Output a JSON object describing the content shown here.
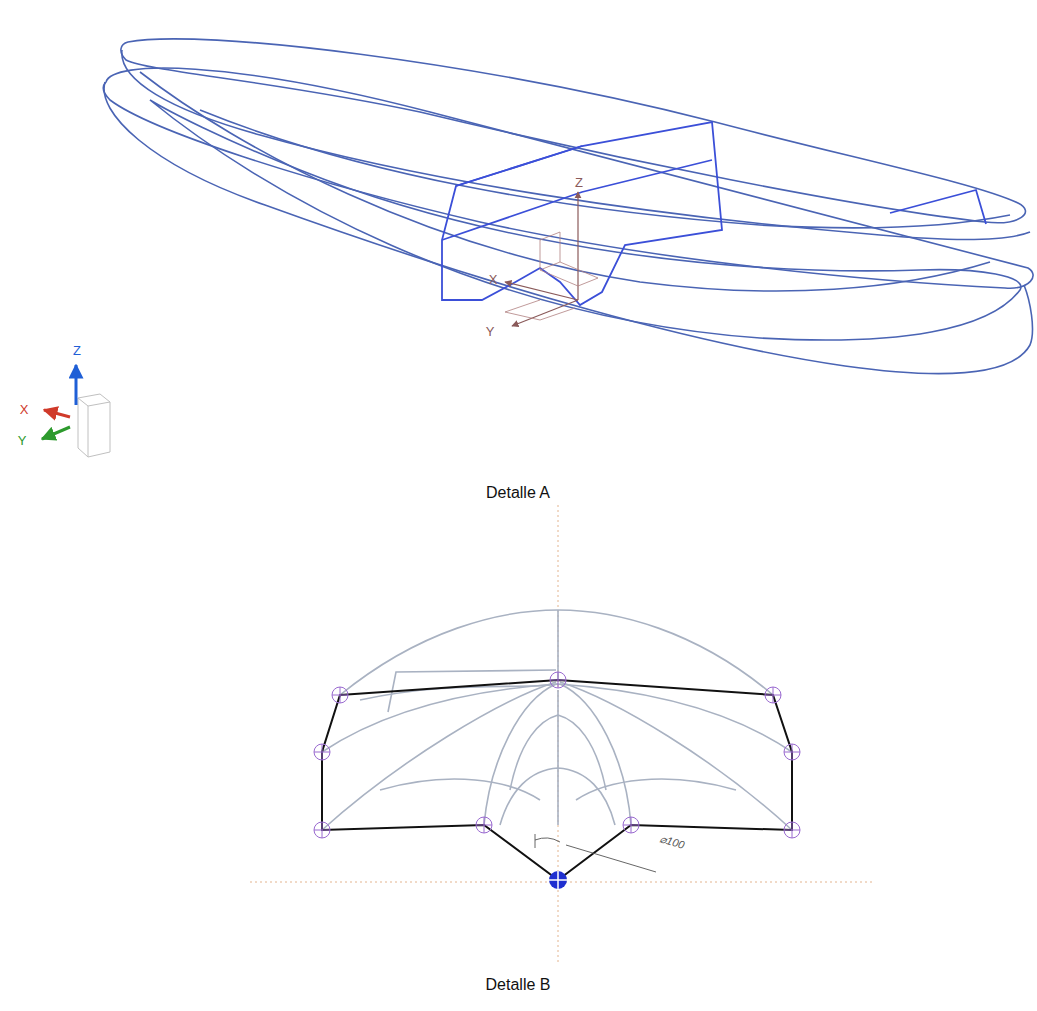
{
  "diagram": {
    "labels": [
      "Z",
      "X",
      "Y",
      "Detalle A",
      "Z",
      "X",
      "Y",
      "Detalle B",
      "⌀100"
    ]
  }
}
